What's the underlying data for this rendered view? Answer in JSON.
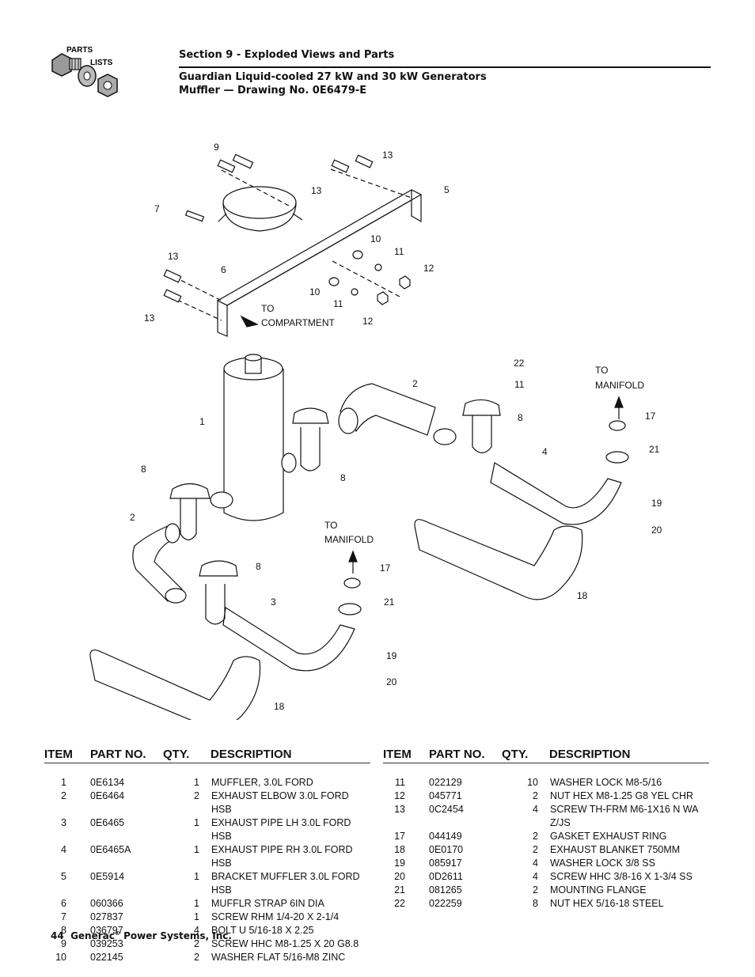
{
  "header": {
    "logo_line1": "PARTS",
    "logo_line2": "LISTS",
    "section": "Section 9 - Exploded Views and Parts",
    "title": "Guardian Liquid-cooled 27 kW and 30 kW Generators",
    "drawing": "Muffler — Drawing No. 0E6479-E"
  },
  "drawing_labels": {
    "to_compartment_1": "TO",
    "to_compartment_2": "COMPARTMENT",
    "to_manifold_a1": "TO",
    "to_manifold_a2": "MANIFOLD",
    "to_manifold_b1": "TO",
    "to_manifold_b2": "MANIFOLD",
    "callouts": [
      "9",
      "13",
      "13",
      "5",
      "7",
      "6",
      "10",
      "11",
      "12",
      "13",
      "10",
      "11",
      "12",
      "13",
      "22",
      "11",
      "2",
      "1",
      "8",
      "8",
      "4",
      "17",
      "21",
      "19",
      "20",
      "8",
      "2",
      "8",
      "17",
      "3",
      "21",
      "19",
      "20",
      "18",
      "18"
    ]
  },
  "table_headers": {
    "item": "ITEM",
    "part_no": "PART NO.",
    "qty": "QTY.",
    "description": "DESCRIPTION"
  },
  "parts_left": [
    {
      "item": "1",
      "part": "0E6134",
      "qty": "1",
      "desc": "MUFFLER, 3.0L FORD"
    },
    {
      "item": "2",
      "part": "0E6464",
      "qty": "2",
      "desc": "EXHAUST ELBOW 3.0L FORD HSB"
    },
    {
      "item": "3",
      "part": "0E6465",
      "qty": "1",
      "desc": "EXHAUST PIPE LH 3.0L FORD HSB"
    },
    {
      "item": "4",
      "part": "0E6465A",
      "qty": "1",
      "desc": "EXHAUST PIPE RH 3.0L FORD HSB"
    },
    {
      "item": "5",
      "part": "0E5914",
      "qty": "1",
      "desc": "BRACKET MUFFLER 3.0L FORD"
    },
    {
      "item": "",
      "part": "",
      "qty": "",
      "desc": "HSB"
    },
    {
      "item": "6",
      "part": "060366",
      "qty": "1",
      "desc": "MUFFLR STRAP 6IN DIA"
    },
    {
      "item": "7",
      "part": "027837",
      "qty": "1",
      "desc": "SCREW RHM 1/4-20 X 2-1/4"
    },
    {
      "item": "8",
      "part": "036797",
      "qty": "4",
      "desc": "BOLT U 5/16-18 X 2.25"
    },
    {
      "item": "9",
      "part": "039253",
      "qty": "2",
      "desc": "SCREW HHC M8-1.25 X 20 G8.8"
    },
    {
      "item": "10",
      "part": "022145",
      "qty": "2",
      "desc": "WASHER FLAT 5/16-M8 ZINC"
    }
  ],
  "parts_right": [
    {
      "item": "11",
      "part": "022129",
      "qty": "10",
      "desc": "WASHER LOCK M8-5/16"
    },
    {
      "item": "12",
      "part": "045771",
      "qty": "2",
      "desc": "NUT HEX M8-1.25 G8 YEL CHR"
    },
    {
      "item": "13",
      "part": "0C2454",
      "qty": "4",
      "desc": "SCREW TH-FRM M6-1X16 N WA"
    },
    {
      "item": "",
      "part": "",
      "qty": "",
      "desc": "Z/JS"
    },
    {
      "item": "17",
      "part": "044149",
      "qty": "2",
      "desc": "GASKET EXHAUST RING"
    },
    {
      "item": "18",
      "part": "0E0170",
      "qty": "2",
      "desc": "EXHAUST BLANKET 750MM"
    },
    {
      "item": "19",
      "part": "085917",
      "qty": "4",
      "desc": "WASHER LOCK 3/8 SS"
    },
    {
      "item": "20",
      "part": "0D2611",
      "qty": "4",
      "desc": "SCREW HHC 3/8-16 X 1-3/4 SS"
    },
    {
      "item": "21",
      "part": "081265",
      "qty": "2",
      "desc": "MOUNTING FLANGE"
    },
    {
      "item": "22",
      "part": "022259",
      "qty": "8",
      "desc": "NUT HEX 5/16-18 STEEL"
    }
  ],
  "footer": {
    "page": "44",
    "company": "Generac",
    "reg": "®",
    "suffix": "Power Systems, Inc."
  }
}
